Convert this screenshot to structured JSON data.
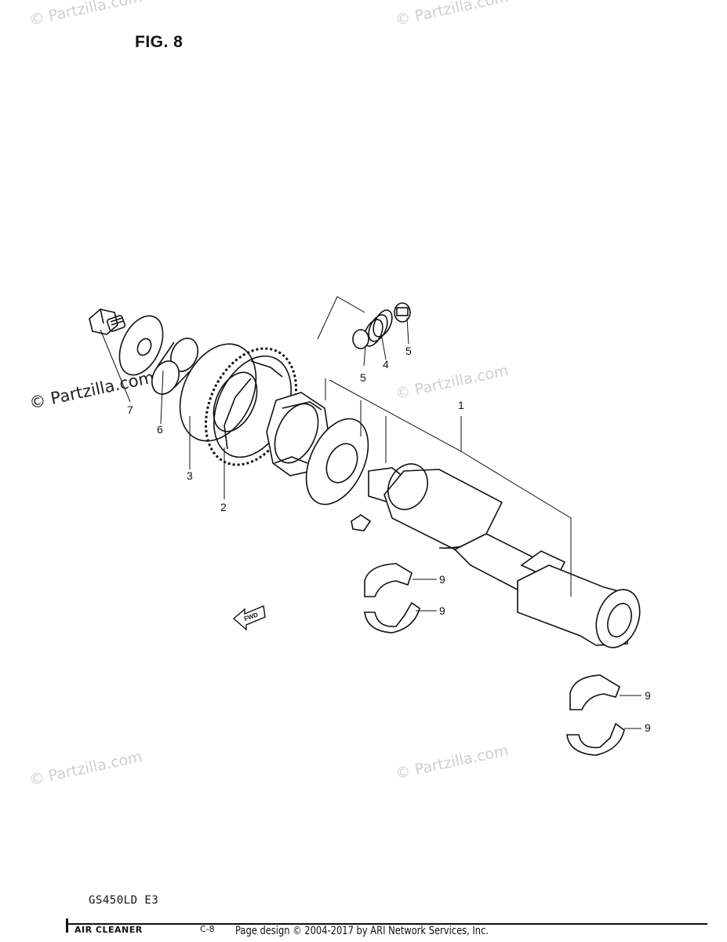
{
  "figure": {
    "title": "FIG. 8"
  },
  "watermark": {
    "text": "© Partzilla.com"
  },
  "callouts": {
    "c1": "1",
    "c2": "2",
    "c3": "3",
    "c4": "4",
    "c5a": "5",
    "c5b": "5",
    "c6": "6",
    "c7": "7",
    "c9a": "9",
    "c9b": "9",
    "c9c": "9",
    "c9d": "9"
  },
  "fwd_label": "FWD",
  "footer": {
    "model": "GS450LD  E3",
    "section": "AIR CLEANER",
    "page_code": "C-8",
    "copyright": "Page design © 2004-2017 by ARI Network Services, Inc."
  }
}
